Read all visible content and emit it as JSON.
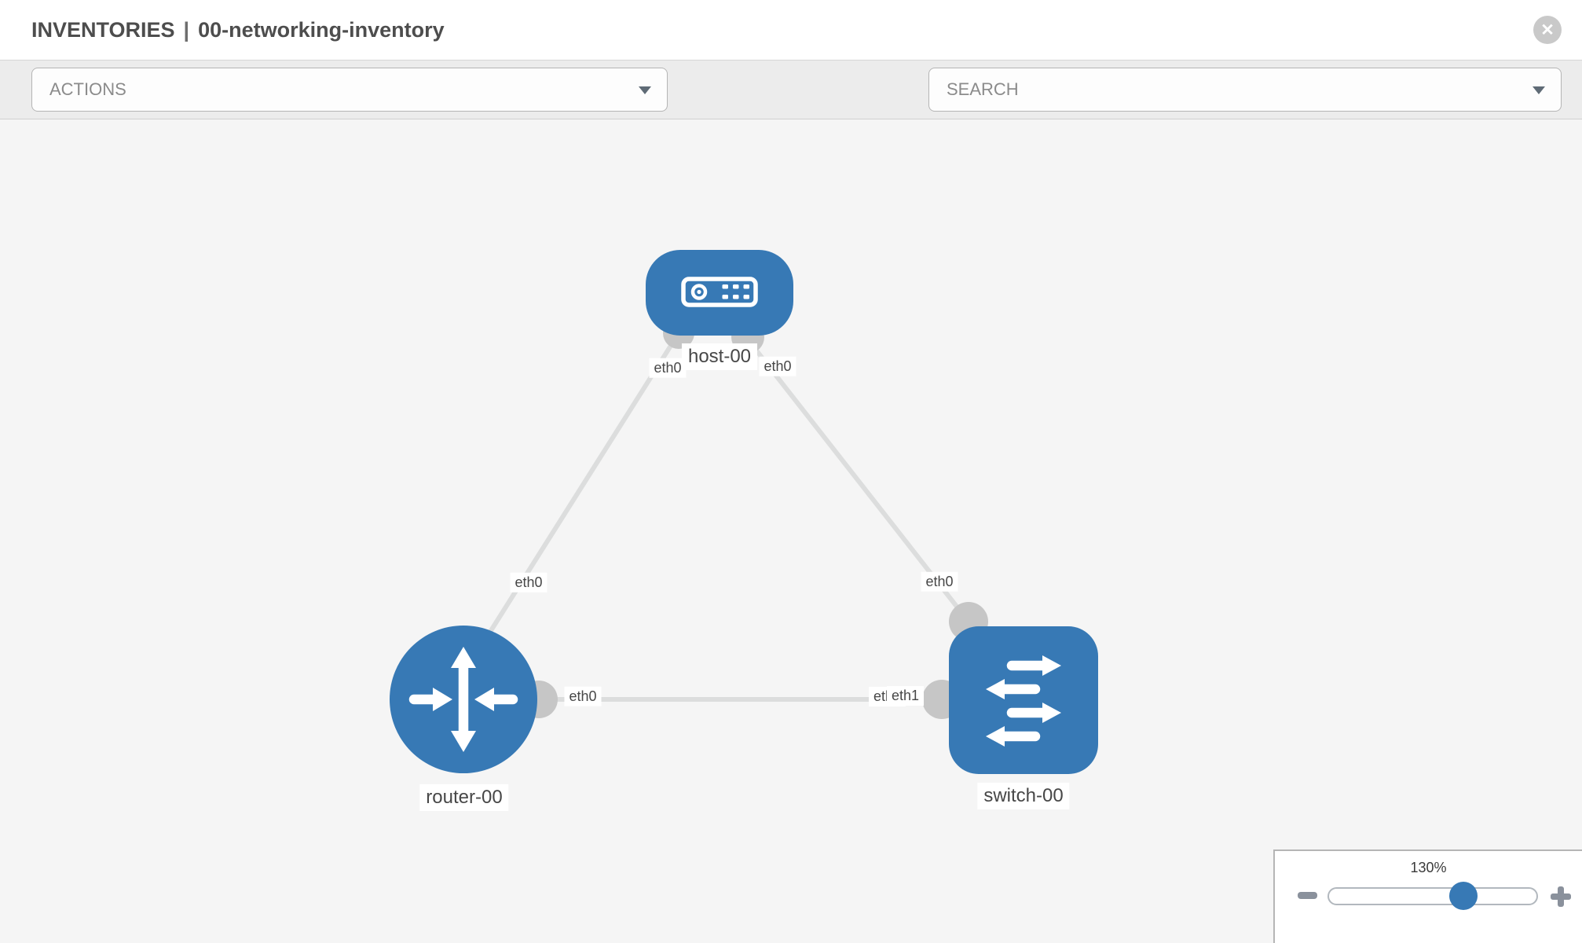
{
  "header": {
    "section": "INVENTORIES",
    "separator": "|",
    "inventory_name": "00-networking-inventory"
  },
  "icons": {
    "close": "✕",
    "wrench": "wrench-icon",
    "key": "key-icon",
    "actions_caret": "chevron-down",
    "search_caret": "chevron-down"
  },
  "toolbar": {
    "actions_label": "ACTIONS",
    "search_label": "SEARCH"
  },
  "topology": {
    "nodes": [
      {
        "id": "host-00",
        "type": "host",
        "label": "host-00"
      },
      {
        "id": "router-00",
        "type": "router",
        "label": "router-00"
      },
      {
        "id": "switch-00",
        "type": "switch",
        "label": "switch-00"
      }
    ],
    "links": [
      {
        "source": "host-00",
        "source_interface": "eth0",
        "target": "router-00",
        "target_interface": "eth0"
      },
      {
        "source": "host-00",
        "source_interface": "eth0",
        "target": "switch-00",
        "target_interface": "eth0"
      },
      {
        "source": "router-00",
        "source_interface": "eth0",
        "target": "switch-00",
        "target_interface": "eth1",
        "overlapped_label": "eth0"
      }
    ]
  },
  "zoom_control": {
    "level": "130%"
  },
  "colors": {
    "node_blue": "#3779b5",
    "link_gray": "#dcdddd",
    "port_gray": "#c6c6c6",
    "toolbar_bg": "#ececec",
    "canvas_bg": "#f5f5f5"
  }
}
